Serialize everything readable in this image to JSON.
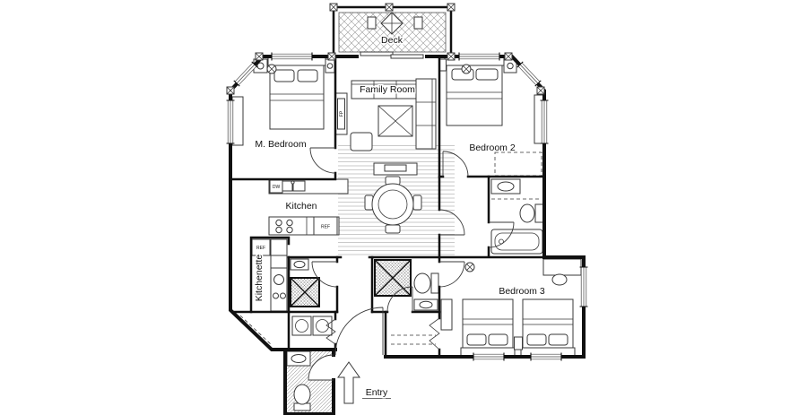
{
  "colors": {
    "wall": "#111111",
    "line": "#3a3a3a",
    "hatch": "#999999",
    "stripe": "#bdbdbd",
    "background": "#ffffff",
    "text": "#111111"
  },
  "labels": {
    "deck": "Deck",
    "family_room": "Family Room",
    "m_bedroom": "M. Bedroom",
    "bedroom_2": "Bedroom 2",
    "kitchen": "Kitchen",
    "kitchenette": "Kitchenette",
    "bedroom_3": "Bedroom 3",
    "entry": "Entry"
  },
  "appliances": {
    "fireplace": "FP",
    "dishwasher": "DW",
    "refrigerator": "REF",
    "kitchenette_refrigerator": "REF"
  }
}
